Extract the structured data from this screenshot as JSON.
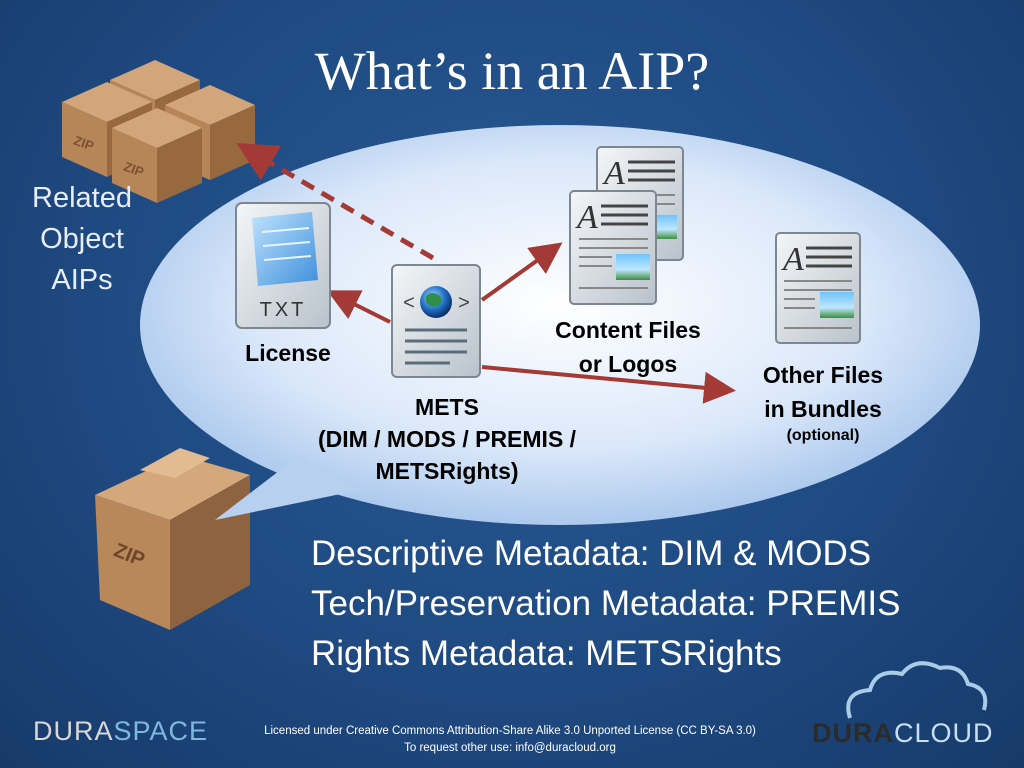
{
  "slide": {
    "title": "What’s in an AIP?",
    "related_label_lines": [
      "Related",
      "Object",
      "AIPs"
    ],
    "license_label": "License",
    "content_label_lines": [
      "Content Files",
      "or Logos"
    ],
    "other_label_lines": [
      "Other Files",
      "in Bundles"
    ],
    "other_optional": "(optional)",
    "mets_label_lines": [
      "METS",
      "(DIM / MODS / PREMIS /",
      "METSRights)"
    ],
    "txt_icon_text": "TXT",
    "zip_text": "ZIP",
    "metadata_lines": [
      "Descriptive Metadata: DIM & MODS",
      "Tech/Preservation Metadata: PREMIS",
      "Rights Metadata: METSRights"
    ]
  },
  "footer": {
    "license_line": "Licensed under Creative Commons Attribution-Share Alike 3.0 Unported License (CC BY-SA 3.0)",
    "contact_line": "To request other use: info@duracloud.org",
    "left_logo_a": "DURA",
    "left_logo_b": "SPACE",
    "right_logo_a": "DURA",
    "right_logo_b": "CLOUD"
  },
  "colors": {
    "background": "#1f4a82",
    "bubble": "#c8dcf5",
    "arrow": "#a33a35",
    "box": "#a87c55"
  }
}
